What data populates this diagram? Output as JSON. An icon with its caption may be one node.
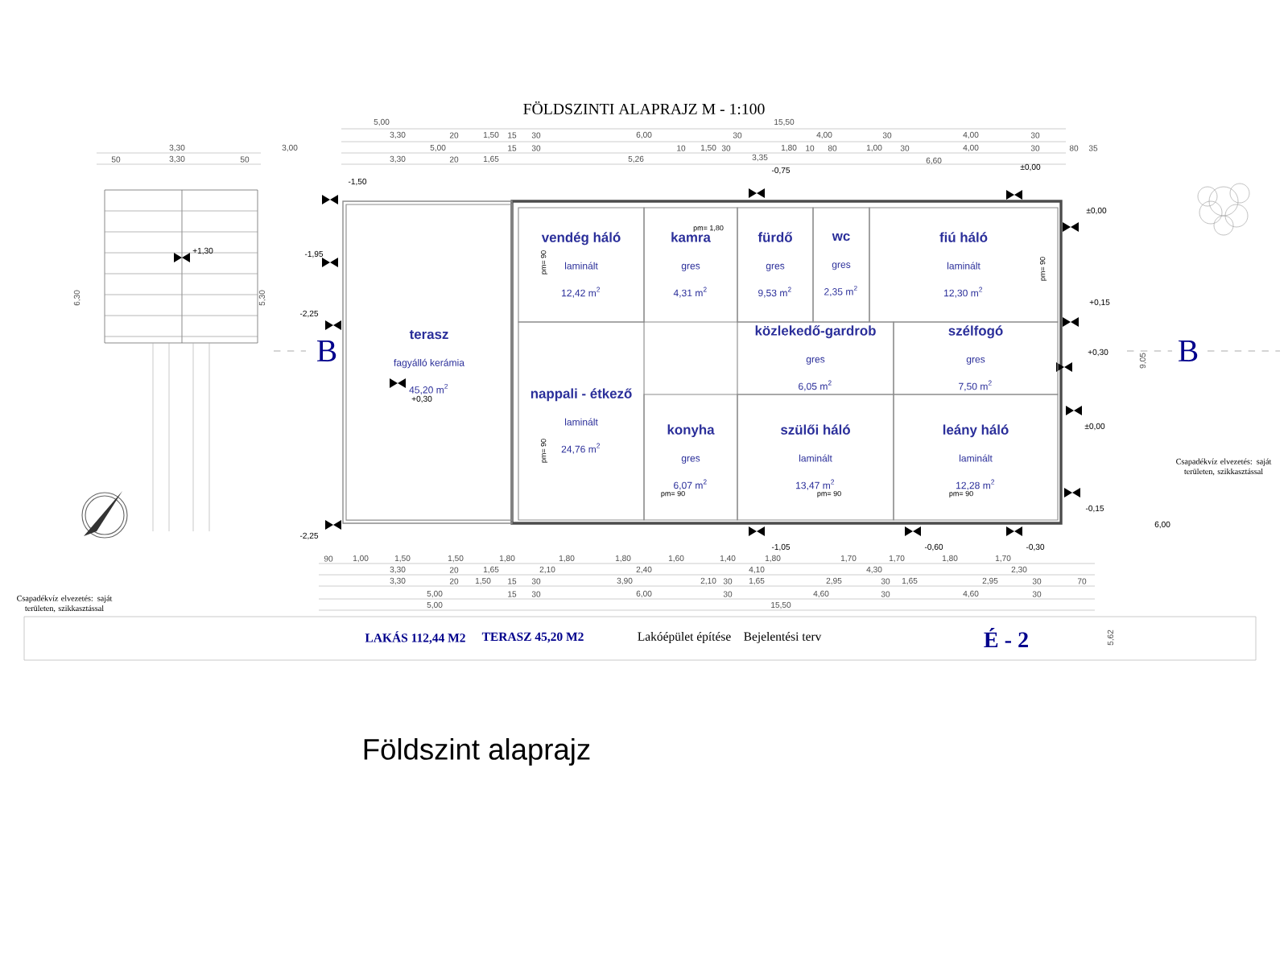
{
  "diagram": {
    "title": "FÖLDSZINTI ALAPRAJZ   M - 1:100",
    "caption": "Földszint alaprajz",
    "nodes": [
      {
        "text": [
          "terasz",
          "fagyálló kerámia",
          "45,20 m$^{2}$"
        ]
      },
      {
        "text": [
          "vendég háló",
          "laminált",
          "12,42 m$^{2}$"
        ]
      },
      {
        "text": [
          "kamra",
          "gres",
          "4,31 m$^{2}$"
        ]
      },
      {
        "text": [
          "fürdő",
          "gres",
          "9,53 m$^{2}$"
        ]
      },
      {
        "text": [
          "wc",
          "gres",
          "2,35 m$^{2}$"
        ]
      },
      {
        "text": [
          "fiú háló",
          "laminált",
          "12,30 m$^{2}$"
        ]
      },
      {
        "text": [
          "nappali - étkező",
          "laminált",
          "24,76 m$^{2}$"
        ]
      },
      {
        "text": [
          "közlekedő-gardrob",
          "gres",
          "6,05 m$^{2}$"
        ]
      },
      {
        "text": [
          "szélfogó",
          "gres",
          "7,50 m$^{2}$"
        ]
      },
      {
        "text": [
          "konyha",
          "gres",
          "6,07 m$^{2}$"
        ]
      },
      {
        "text": [
          "szülői háló",
          "laminált",
          "13,47 m$^{2}$"
        ]
      },
      {
        "text": [
          "leány háló",
          "laminált",
          "12,28 m$^{2}$"
        ]
      }
    ],
    "edges": [],
    "labels": [
      "5,00",
      "15,50",
      "3,30",
      "20",
      "1,50",
      "15",
      "30",
      "6,00",
      "30",
      "4,00",
      "30",
      "4,00",
      "30",
      "3,30",
      "3,00",
      "5,00",
      "15",
      "30",
      "10",
      "1,50",
      "30",
      "1,80",
      "10",
      "80",
      "1,00",
      "30",
      "4,00",
      "30",
      "80",
      "35",
      "50",
      "3,30",
      "50",
      "3,30",
      "20",
      "1,65",
      "5,26",
      "3,35",
      "6,60",
      "-1,50",
      "+1,30",
      "-1,95",
      "-2,25",
      "+0,30",
      "-2,25",
      "-0,75",
      "±0,00",
      "±0,00",
      "+0,15",
      "+0,30",
      "±0,00",
      "-0,15",
      "6,00",
      "6,30",
      "5,30",
      "9,05",
      "pm= 1,80",
      "pm= 90",
      "pm= 90",
      "pm= 90",
      "pm= 90",
      "pm= 90",
      "pm= 90",
      "B",
      "B",
      "Csapadékvíz elvezetés: saját területen, szikkasztással",
      "Csapadékvíz elvezetés: saját területen, szikkasztással",
      "-1,05",
      "-0,60",
      "-0,30",
      "90",
      "1,00",
      "1,50",
      "1,50",
      "1,80",
      "1,80",
      "1,80",
      "1,60",
      "1,40",
      "1,80",
      "1,70",
      "1,70",
      "1,80",
      "1,70",
      "3,30",
      "20",
      "1,65",
      "2,10",
      "2,40",
      "4,10",
      "4,30",
      "2,30",
      "3,30",
      "20",
      "1,50",
      "15",
      "30",
      "3,90",
      "2,10",
      "30",
      "1,65",
      "2,95",
      "30",
      "1,65",
      "2,95",
      "30",
      "70",
      "5,00",
      "15",
      "30",
      "6,00",
      "30",
      "4,60",
      "30",
      "4,60",
      "30",
      "5,00",
      "15,50",
      "LAKÁS  112,44 M2",
      "TERASZ  45,20 M2",
      "Lakóépület építése",
      "Bejelentési terv",
      "É - 2",
      "5,62"
    ]
  }
}
